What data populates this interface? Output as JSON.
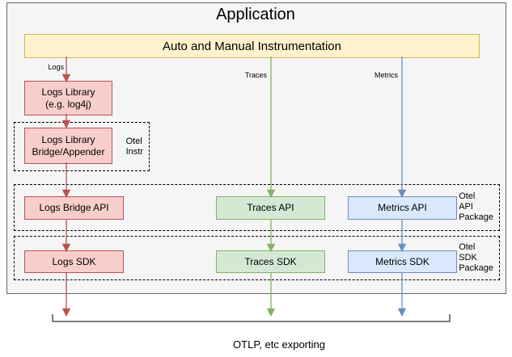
{
  "app": {
    "title": "Application",
    "instrumentation_label": "Auto and Manual Instrumentation"
  },
  "logs": {
    "flow_label": "Logs",
    "library_label": "Logs Library\n(e.g. log4j)",
    "bridge_label": "Logs Library\nBridge/Appender",
    "api_label": "Logs Bridge API",
    "sdk_label": "Logs SDK"
  },
  "traces": {
    "flow_label": "Traces",
    "api_label": "Traces API",
    "sdk_label": "Traces SDK"
  },
  "metrics": {
    "flow_label": "Metrics",
    "api_label": "Metrics API",
    "sdk_label": "Metrics SDK"
  },
  "groups": {
    "otel_instr": "Otel\nInstr",
    "otel_api_package": "Otel\nAPI\nPackage",
    "otel_sdk_package": "Otel\nSDK\nPackage"
  },
  "footer": {
    "exporting_label": "OTLP, etc exporting"
  },
  "colors": {
    "logs_fill": "#f8cecc",
    "logs_stroke": "#b85450",
    "traces_fill": "#d5e8d4",
    "traces_stroke": "#82b366",
    "metrics_fill": "#dae8fc",
    "metrics_stroke": "#6c8ebf",
    "instrumentation_fill": "#fff2cc",
    "instrumentation_stroke": "#d6b656",
    "app_fill": "#f5f5f5",
    "app_stroke": "#666666"
  }
}
